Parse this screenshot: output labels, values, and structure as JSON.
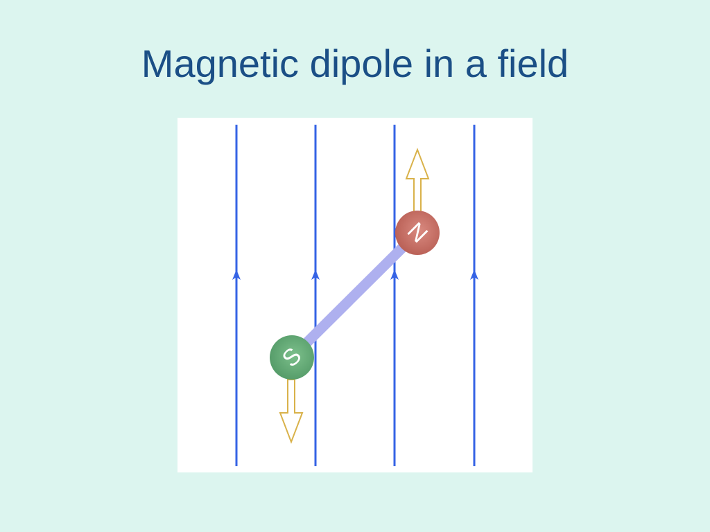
{
  "slide": {
    "title": "Magnetic dipole in a field"
  },
  "diagram": {
    "field_line_count": 4,
    "field_direction": "up",
    "dipole": {
      "north_label": "N",
      "south_label": "S",
      "north_color": "#c36a5f",
      "south_color": "#5fa873",
      "rod_color": "#aeb0ef"
    },
    "colors": {
      "field_line": "#3563e5",
      "force_arrow": "#d9b24a",
      "background": "#dcf5ef",
      "panel": "#ffffff",
      "title": "#1b4f86"
    },
    "force_arrows": [
      {
        "pole": "north",
        "direction": "up"
      },
      {
        "pole": "south",
        "direction": "down"
      }
    ]
  }
}
